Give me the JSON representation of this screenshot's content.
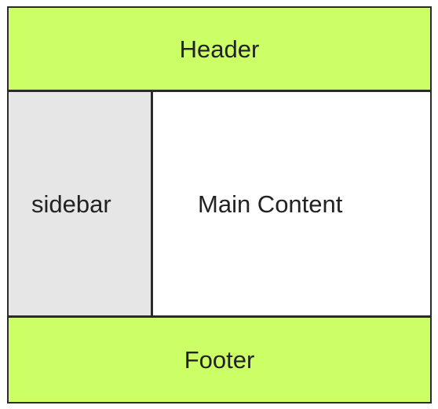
{
  "header": {
    "label": "Header"
  },
  "sidebar": {
    "label": "sidebar"
  },
  "main": {
    "label": "Main Content"
  },
  "footer": {
    "label": "Footer"
  },
  "colors": {
    "header_bg": "#ccff66",
    "footer_bg": "#ccff66",
    "sidebar_bg": "#e6e6e6",
    "main_bg": "#ffffff",
    "border": "#2b2b2b",
    "text": "#222222"
  }
}
